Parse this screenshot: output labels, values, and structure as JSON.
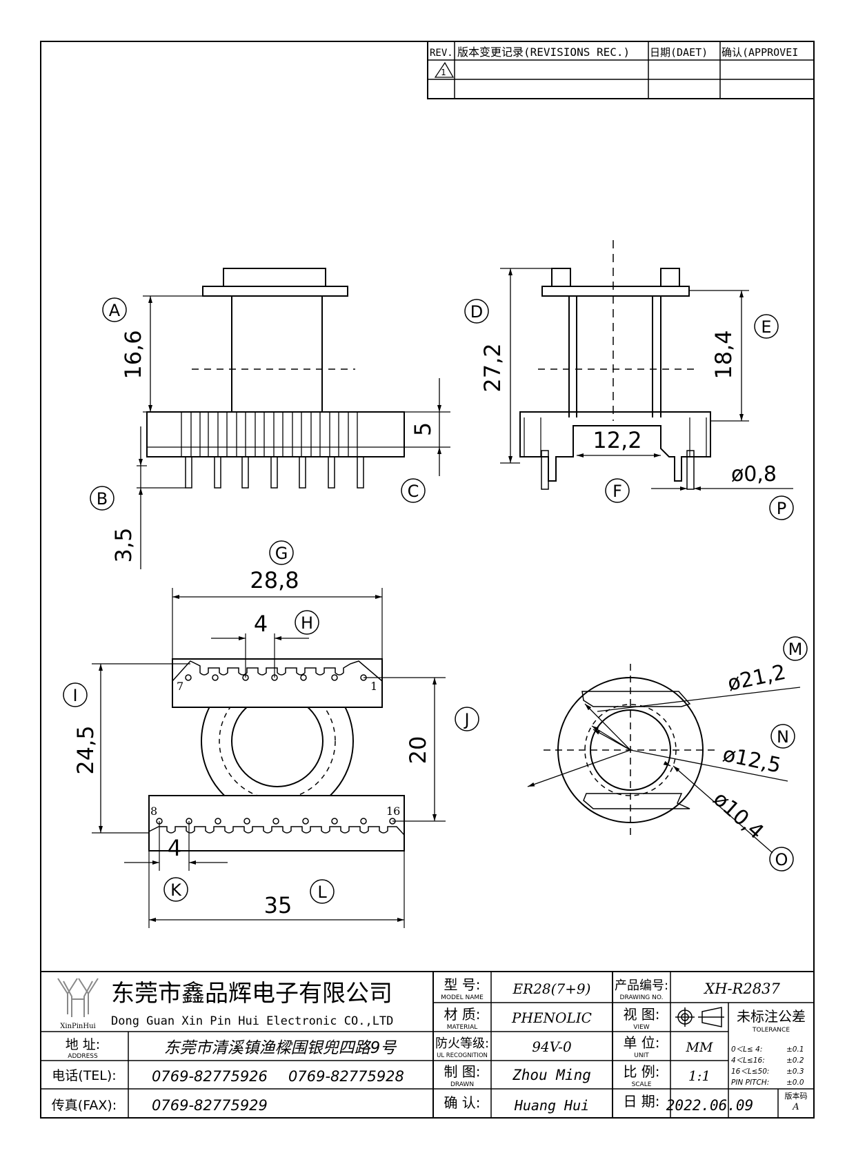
{
  "revisions": {
    "headers": [
      "REV.",
      "版本变更记录(REVISIONS REC.)",
      "日期(DAET)",
      "确认(APPROVEI"
    ],
    "rows": [
      {
        "rev": "1",
        "record": "",
        "date": "",
        "approve": ""
      },
      {
        "rev": "",
        "record": "",
        "date": "",
        "approve": ""
      }
    ]
  },
  "dimensions": {
    "A": {
      "letter": "A",
      "value": "16,6"
    },
    "B": {
      "letter": "B",
      "value": "3,5"
    },
    "C": {
      "letter": "C",
      "value": "5"
    },
    "D": {
      "letter": "D",
      "value": "27,2"
    },
    "E": {
      "letter": "E",
      "value": "18,4"
    },
    "F": {
      "letter": "F",
      "value": "12,2"
    },
    "P": {
      "letter": "P",
      "value": "ø0,8"
    },
    "G": {
      "letter": "G",
      "value": "28,8"
    },
    "H": {
      "letter": "H",
      "value": "4"
    },
    "I": {
      "letter": "I",
      "value": "24,5"
    },
    "J": {
      "letter": "J",
      "value": "20"
    },
    "K": {
      "letter": "K",
      "value": "4"
    },
    "L": {
      "letter": "L",
      "value": "35"
    },
    "M": {
      "letter": "M",
      "value": "ø21,2"
    },
    "N": {
      "letter": "N",
      "value": "ø12,5"
    },
    "O": {
      "letter": "O",
      "value": "ø10,4"
    }
  },
  "pins": {
    "p7": "7",
    "p1": "1",
    "p8": "8",
    "p16": "16"
  },
  "company": {
    "logo_text": "XinPinHui",
    "name_cn": "东莞市鑫品辉电子有限公司",
    "name_en": "Dong Guan Xin Pin Hui Electronic CO.,LTD",
    "address_label_cn": "地  址:",
    "address_label_en": "ADDRESS",
    "address": "东莞市清溪镇渔樑围银兜四路9号",
    "tel_label": "电话(TEL):",
    "tel1": "0769-82775926",
    "tel2": "0769-82775928",
    "fax_label": "传真(FAX):",
    "fax": "0769-82775929"
  },
  "titleblock": {
    "model_label_cn": "型  号:",
    "model_label_en": "MODEL NAME",
    "model": "ER28(7+9)",
    "material_label_cn": "材  质:",
    "material_label_en": "MATERIAL",
    "material": "PHENOLIC",
    "ul_label_cn": "防火等级:",
    "ul_label_en": "UL RECOGNITION",
    "ul": "94V-0",
    "drawn_label_cn": "制  图:",
    "drawn_label_en": "DRAWN",
    "drawn": "Zhou Ming",
    "confirm_label_cn": "确  认:",
    "confirm": "Huang Hui",
    "drawing_no_label_cn": "产品编号:",
    "drawing_no_label_en": "DRAWING NO.",
    "drawing_no": "XH-R2837",
    "view_label_cn": "视  图:",
    "view_label_en": "VIEW",
    "unit_label_cn": "单  位:",
    "unit_label_en": "UNIT",
    "unit": "MM",
    "scale_label_cn": "比  例:",
    "scale_label_en": "SCALE",
    "scale": "1:1",
    "date_label_cn": "日  期:",
    "date": "2022.06.09",
    "version_label": "版本码",
    "version": "A",
    "tolerance_label_cn": "未标注公差",
    "tolerance_label_en": "TOLERANCE",
    "tolerance": [
      {
        "range": "0＜L≤ 4:",
        "value": "±0.1"
      },
      {
        "range": "4＜L≤16:",
        "value": "±0.2"
      },
      {
        "range": "16＜L≤50:",
        "value": "±0.3"
      },
      {
        "range": "PIN PITCH:",
        "value": "±0.0"
      }
    ]
  }
}
